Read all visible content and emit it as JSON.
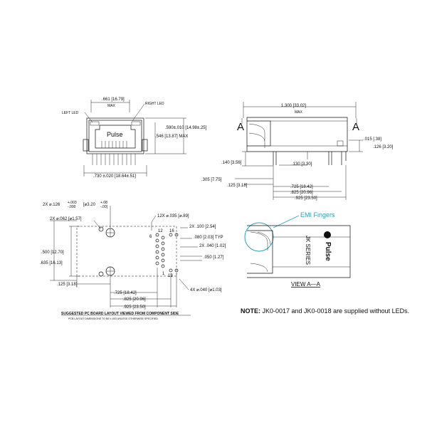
{
  "front_view": {
    "width_top": ".661 [16.79]",
    "max": "MAX",
    "left_led": "LEFT LED",
    "right_led": "RIGHT LED",
    "brand": "Pulse",
    "height_total": ".590±.010 [14.98±.25]",
    "height_body": ".546 [13.87] MAX",
    "width_bottom": ".730 ±.020 [18.64±.51]"
  },
  "side_view": {
    "length": "1.300 [33.02]",
    "max": "MAX",
    "section_label": "A",
    "dim_015": ".015 [.38]",
    "dim_126": ".126 [3.20]",
    "dim_140": ".140 [3.56]",
    "dim_130": ".130 [3.30]",
    "dim_305": ".305 [7.75]",
    "dim_125": ".125 [3.18]",
    "dim_725": ".725 [18.42]",
    "dim_825": ".825 [20.96]",
    "dim_925": ".925 [23.50]"
  },
  "pcb_layout": {
    "hole_2x_126": "2X ⌀.126",
    "tol_plus": "+.003",
    "tol_minus": "-.000",
    "tol_mm": "[⌀3.20",
    "tol_mm_plus": "+.08",
    "tol_mm_minus": "-.00]",
    "hole_2x_062": "2X ⌀.062 [⌀1.57]",
    "hole_12x_035": "12X ⌀.035 [⌀.89]",
    "dim_2x_100": "2X .100 [2.54]",
    "dim_080": ".080 [2.03] TYP",
    "dim_2x_040": "2X .040 [1.02]",
    "dim_050": ".050 [1.27]",
    "dim_500": ".500 [12.70]",
    "dim_635": ".635 [16.13]",
    "dim_125": ".125 [3.18]",
    "dim_725": ".725 [18.42]",
    "dim_825": ".825 [20.96]",
    "dim_925": ".925 [23.50]",
    "hole_4x_040": "4X ⌀.040 [⌀1.03]",
    "pin_6": "6",
    "pin_12": "12",
    "pin_16": "16",
    "pin_1": "1",
    "pin_13": "13",
    "caption": "SUGGESTED PC BOARD LAYOUT VIEWED FROM COMPONENT SIDE",
    "subcaption": "PCB LAYOUT DIMENSIONS TO BE ±.003 UNLESS OTHERWISE SPECIFIED"
  },
  "view_aa": {
    "emi_label": "EMI Fingers",
    "series": "JK SERIES",
    "brand": "Pulse",
    "view_label": "VIEW   A—A"
  },
  "note": {
    "prefix": "NOTE:",
    "text": " JK0-0017 and JK0-0018 are supplied without LEDs."
  },
  "colors": {
    "line": "#111111",
    "emi": "#29a3b3",
    "background": "#ffffff"
  }
}
